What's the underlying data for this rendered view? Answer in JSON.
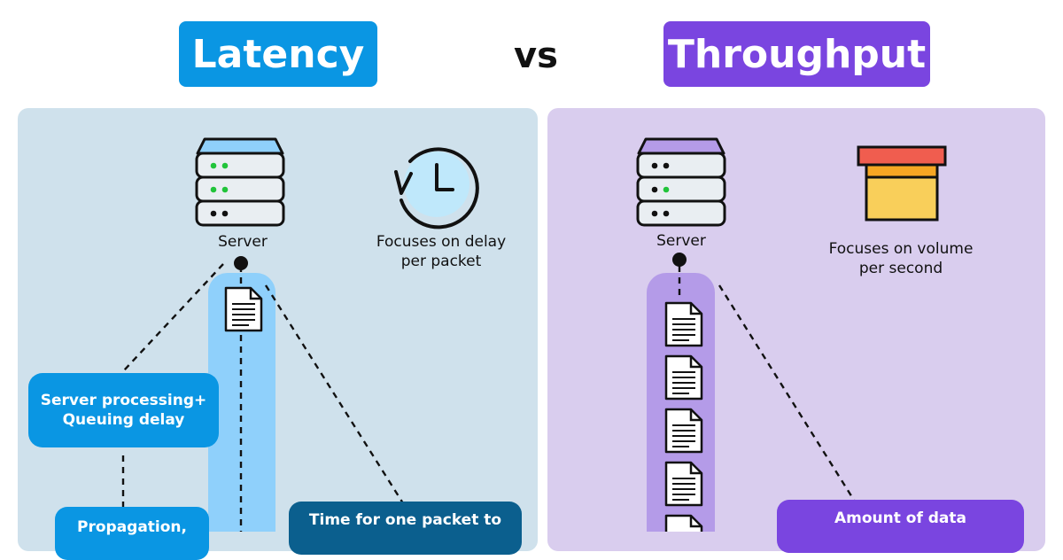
{
  "header": {
    "left_title": "Latency",
    "vs": "vs",
    "right_title": "Throughput"
  },
  "latency": {
    "server_label": "Server",
    "focus_text": "Focuses on delay per packet",
    "box_processing": "Server processing+ Queuing delay",
    "box_propagation": "Propagation,",
    "box_time": "Time for one packet to",
    "colors": {
      "panel": "#cfe1ec",
      "accent": "#0a96e3",
      "stream": "#8fd0fb",
      "dark_box": "#0b5f8e"
    }
  },
  "throughput": {
    "server_label": "Server",
    "focus_text": "Focuses on volume per second",
    "box_amount": "Amount of data",
    "colors": {
      "panel": "#d9cdee",
      "accent": "#7a45e0",
      "stream": "#b49be8"
    }
  },
  "icons": [
    "server-icon",
    "clock-icon",
    "document-icon",
    "box-icon"
  ]
}
